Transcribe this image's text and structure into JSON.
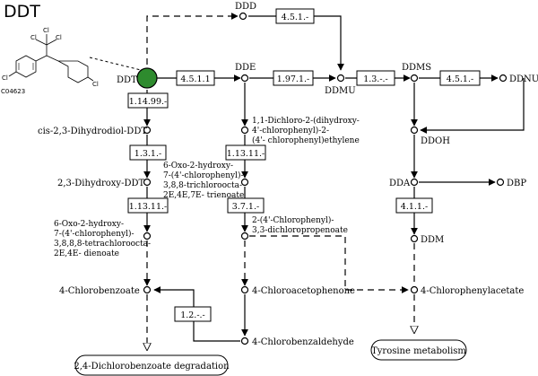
{
  "title": "DDT",
  "structure": {
    "atoms": [
      "Cl",
      "Cl",
      "Cl",
      "Cl",
      "Cl"
    ],
    "code": "C04623"
  },
  "compounds": {
    "ddt": "DDT",
    "ddd": "DDD",
    "dde": "DDE",
    "ddmu": "DDMU",
    "ddms": "DDMS",
    "ddnu": "DDNU",
    "ddoh": "DDOH",
    "dda": "DDA",
    "dbp": "DBP",
    "ddm": "DDM",
    "cis_diol": "cis-2,3-Dihydrodiol-DDT",
    "dihydroxy_ddt": "2,3-Dihydroxy-DDT",
    "oxo_tetrachloro": [
      "6-Oxo-2-hydroxy-",
      "7-(4'-chlorophenyl)-",
      "3,8,8,8-tetrachloroocta-",
      "2E,4E- dienoate"
    ],
    "chlorobenzoate": "4-Chlorobenzoate",
    "dichloro_ethylene": [
      "1,1-Dichloro-2-(dihydroxy-",
      "4'-chlorophenyl)-2-",
      "(4'- chlorophenyl)ethylene"
    ],
    "oxo_trichloro": [
      "6-Oxo-2-hydroxy-",
      "7-(4'-chlorophenyl)-",
      "3,8,8-trichloroocta-",
      "2E,4E,7E- trienoate"
    ],
    "chlorophenyl_propenoate": [
      "2-(4'-Chlorophenyl)-",
      "3,3-dichloropropenoate"
    ],
    "chloroacetophenone": "4-Chloroacetophenone",
    "chlorobenzaldehyde": "4-Chlorobenzaldehyde",
    "chlorophenylacetate": "4-Chlorophenylacetate"
  },
  "enzymes": {
    "e_4511": "4.5.1.1",
    "e_4511_top": "4.5.1.-",
    "e_197": "1.97.1.-",
    "e_13": "1.3.-.-",
    "e_451_right": "4.5.1.-",
    "e_11499": "1.14.99.-",
    "e_131": "1.3.1.-",
    "e_11311_left": "1.13.11.-",
    "e_11311_mid": "1.13.11.-",
    "e_371": "3.7.1.-",
    "e_411": "4.1.1.-",
    "e_12": "1.2.-.-"
  },
  "maps": {
    "dichlorobenzoate": "2,4-Dichlorobenzoate degradation",
    "tyrosine": "Tyrosine metabolism"
  },
  "colors": {
    "ddt_node": "#2e8b2e"
  }
}
